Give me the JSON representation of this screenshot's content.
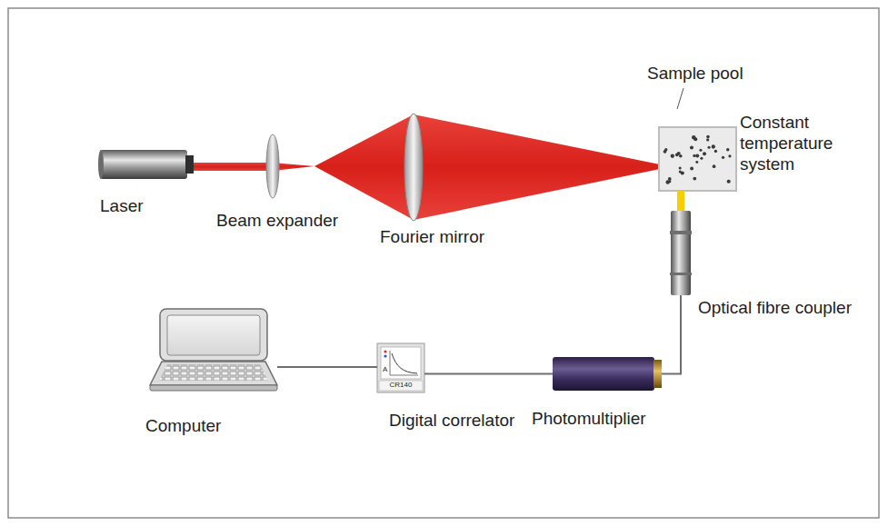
{
  "diagram": {
    "nodes": [
      {
        "text": [
          "Laser"
        ]
      },
      {
        "text": [
          "Beam expander"
        ]
      },
      {
        "text": [
          "Fourier mirror"
        ]
      },
      {
        "text": [
          "Sample pool",
          "Constant temperature system"
        ]
      },
      {
        "text": [
          "Optical fibre coupler"
        ]
      },
      {
        "text": [
          "Photomultiplier"
        ]
      },
      {
        "text": [
          "A",
          "CR140",
          "Digital correlator"
        ]
      },
      {
        "text": [
          "Computer"
        ]
      }
    ],
    "edges": [
      {
        "from": 4,
        "to": 5,
        "arrow": "none"
      },
      {
        "from": 5,
        "to": 6,
        "arrow": "none"
      },
      {
        "from": 6,
        "to": 7,
        "arrow": "none"
      }
    ]
  }
}
